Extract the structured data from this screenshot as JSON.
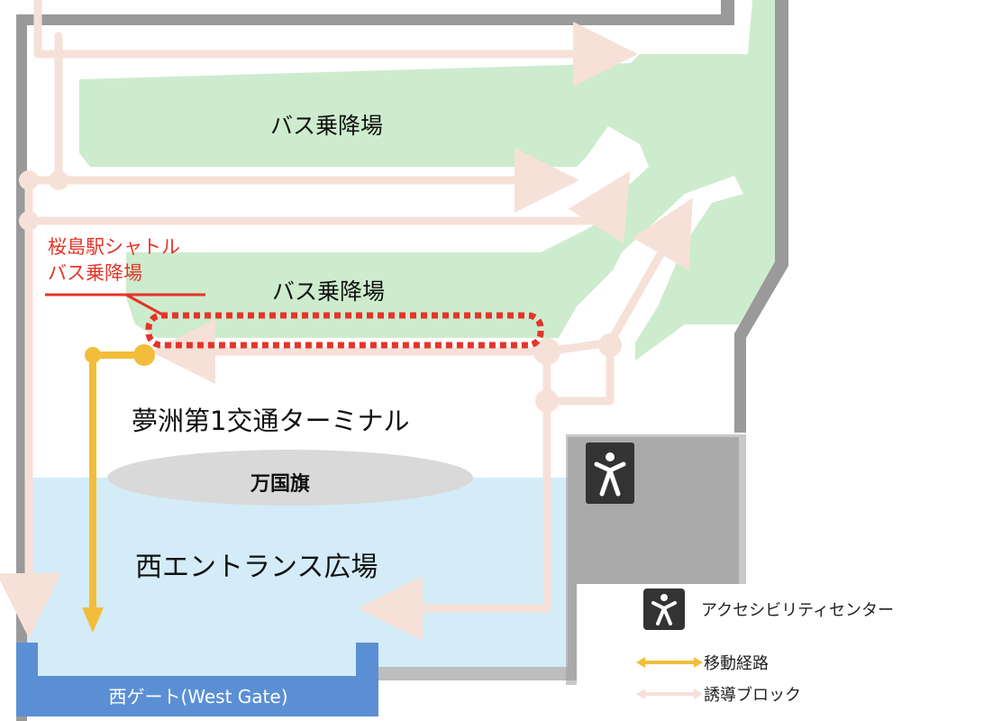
{
  "map": {
    "areas": {
      "bus_platform_upper": "バス乗降場",
      "bus_platform_lower": "バス乗降場",
      "terminal": "夢洲第1交通ターミナル",
      "flags": "万国旗",
      "plaza": "西エントランス広場",
      "gate": "西ゲート(West Gate)"
    },
    "callout": {
      "line1": "桜島駅シャトル",
      "line2": "バス乗降場",
      "color": "#e53429"
    },
    "icons": {
      "accessibility": "accessibility-person-icon"
    },
    "colors": {
      "bus_platform": "#cdeccd",
      "plaza": "#d3ecf7",
      "building": "#bdbdbd",
      "wall": "#9a9a9a",
      "gate": "#5b8fd4",
      "route": "#f2bd3a",
      "guide_block": "#f6e1d8",
      "flags_ellipse": "#d9d9d9"
    }
  },
  "legend": {
    "accessibility_center": "アクセシビリティセンター",
    "route": "移動経路",
    "guide_block": "誘導ブロック"
  }
}
